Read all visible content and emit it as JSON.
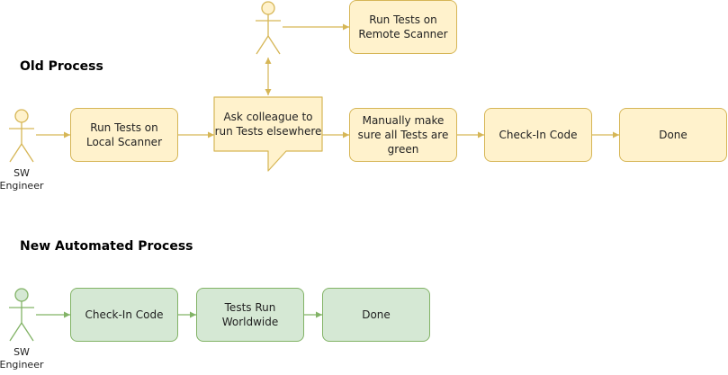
{
  "headings": {
    "old": "Old Process",
    "new": "New Automated Process"
  },
  "actors": {
    "old_engineer": "SW Engineer",
    "new_engineer": "SW Engineer"
  },
  "old_process": {
    "run_local": "Run Tests on Local Scanner",
    "ask_colleague": "Ask colleague to run Tests elsewhere",
    "run_remote": "Run Tests on Remote Scanner",
    "verify_green": "Manually make sure all Tests are green",
    "check_in": "Check-In Code",
    "done": "Done"
  },
  "new_process": {
    "check_in": "Check-In Code",
    "tests_worldwide": "Tests Run Worldwide",
    "done": "Done"
  },
  "colors": {
    "yellow_fill": "#fff2cc",
    "yellow_stroke": "#d6b656",
    "green_fill": "#d5e8d4",
    "green_stroke": "#82b366"
  }
}
